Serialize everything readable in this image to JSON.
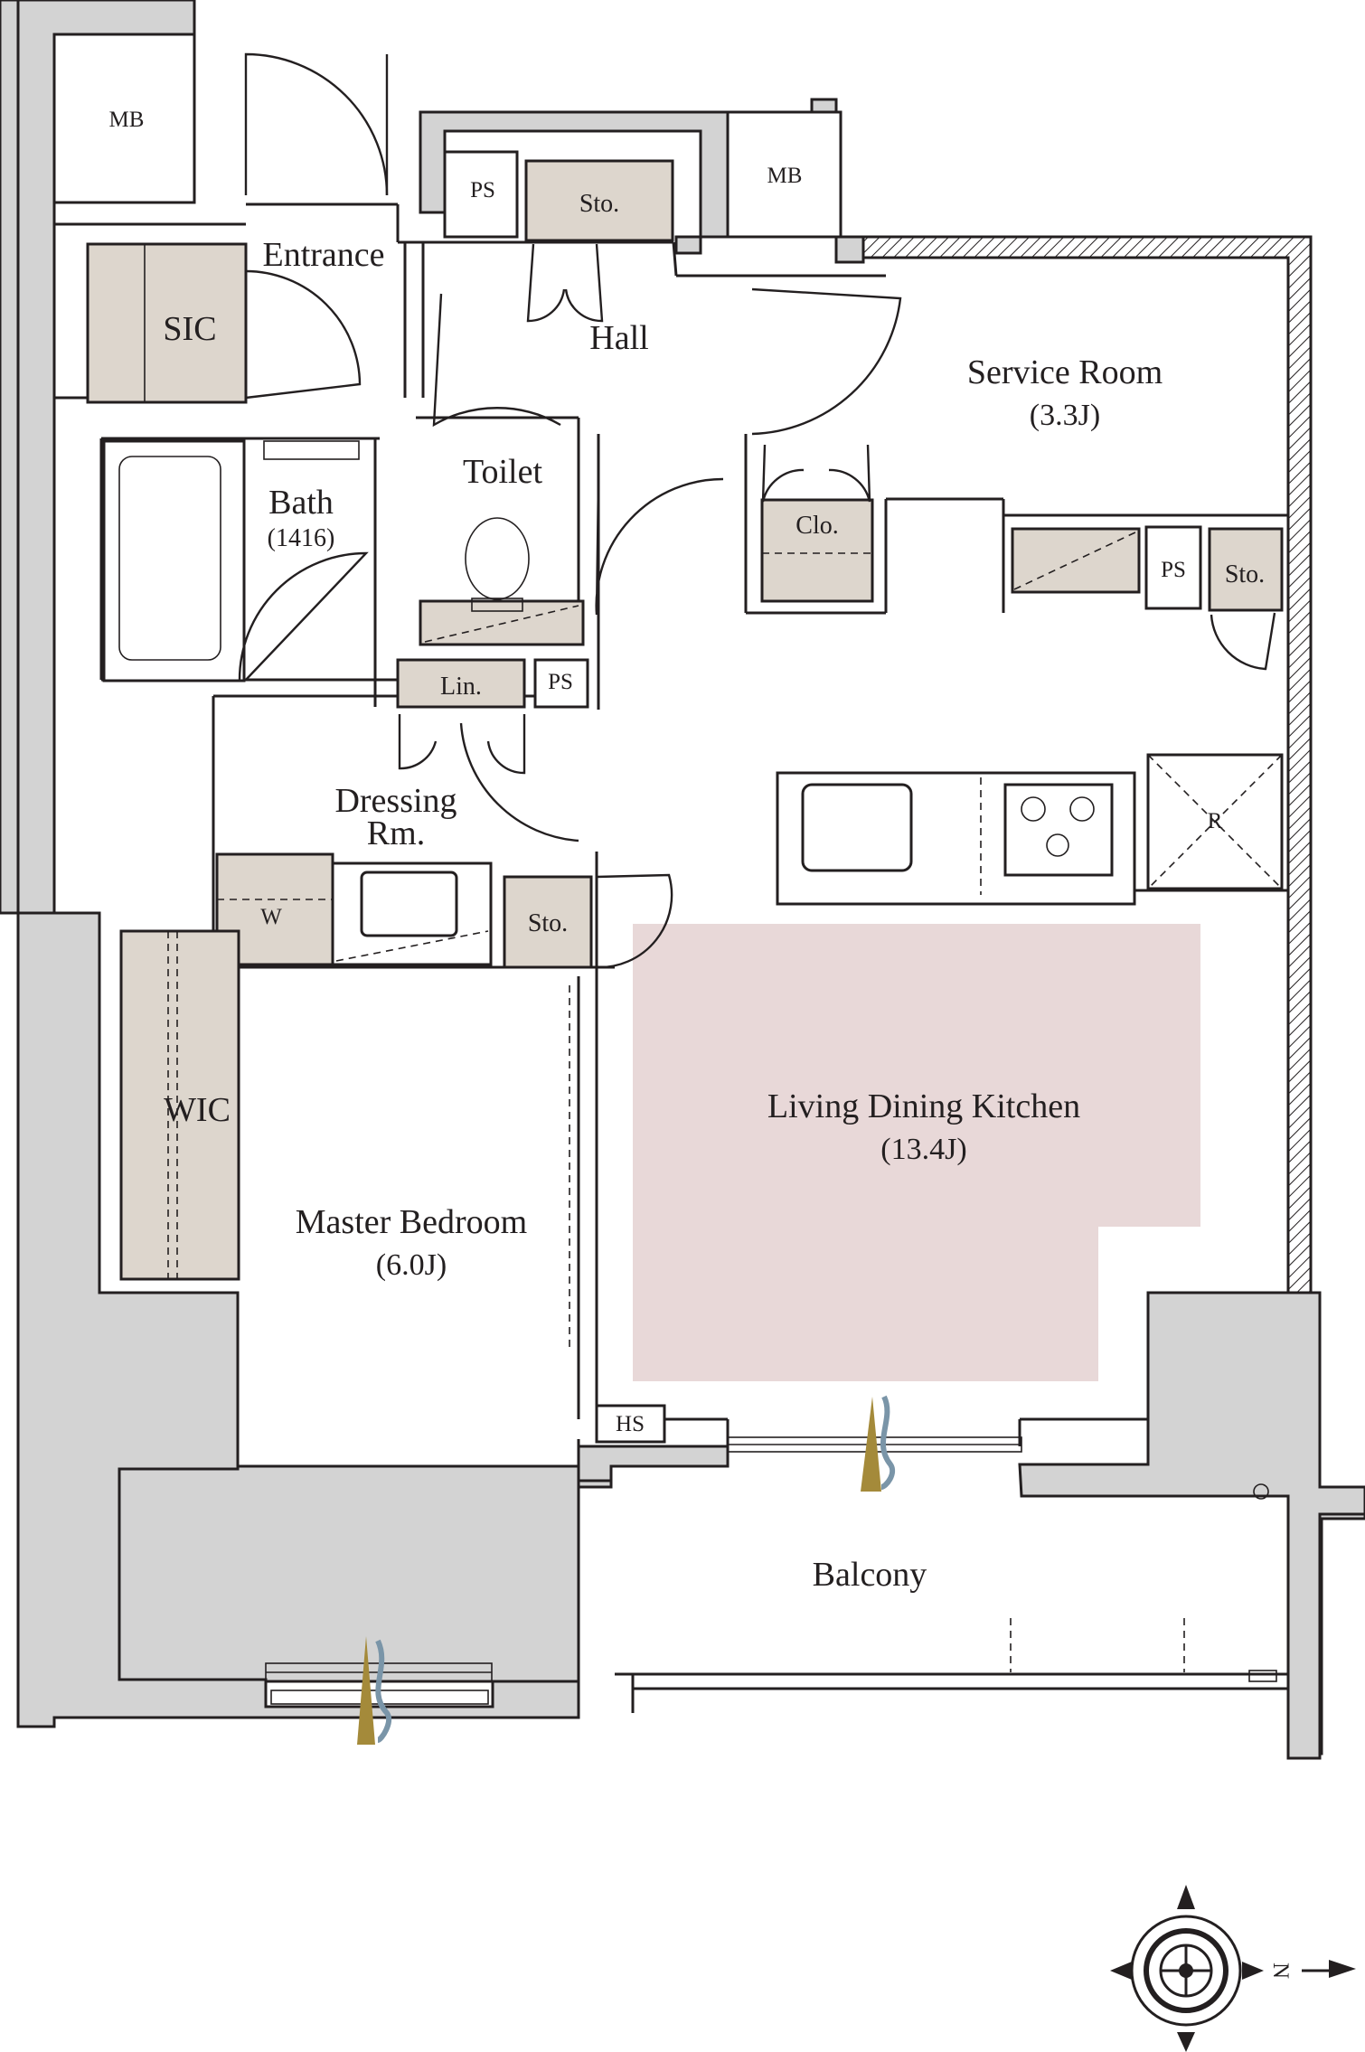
{
  "rooms": {
    "mb_left": "MB",
    "mb_right": "MB",
    "ps_top": "PS",
    "sto_top": "Sto.",
    "entrance": "Entrance",
    "sic": "SIC",
    "hall": "Hall",
    "service_room": "Service Room",
    "service_room_size": "(3.3J)",
    "toilet": "Toilet",
    "bath": "Bath",
    "bath_size": "(1416)",
    "closet": "Clo.",
    "ps_service": "PS",
    "sto_service": "Sto.",
    "linen": "Lin.",
    "ps_dressing": "PS",
    "dressing_line1": "Dressing",
    "dressing_line2": "Rm.",
    "washer": "W",
    "sto_dressing": "Sto.",
    "fridge": "R",
    "wic": "WIC",
    "ldk": "Living Dining Kitchen",
    "ldk_size": "(13.4J)",
    "master_bedroom": "Master Bedroom",
    "master_bedroom_size": "(6.0J)",
    "hs": "HS",
    "balcony": "Balcony"
  },
  "compass": {
    "north_label": "N"
  },
  "colors": {
    "wall_fill": "#d3d3d3",
    "storage_fill": "#ddd6cd",
    "ldk_highlight": "#e8d8d8",
    "airflow_gold": "#a48a3a",
    "airflow_blue": "#7a95a8",
    "line": "#231f20"
  }
}
